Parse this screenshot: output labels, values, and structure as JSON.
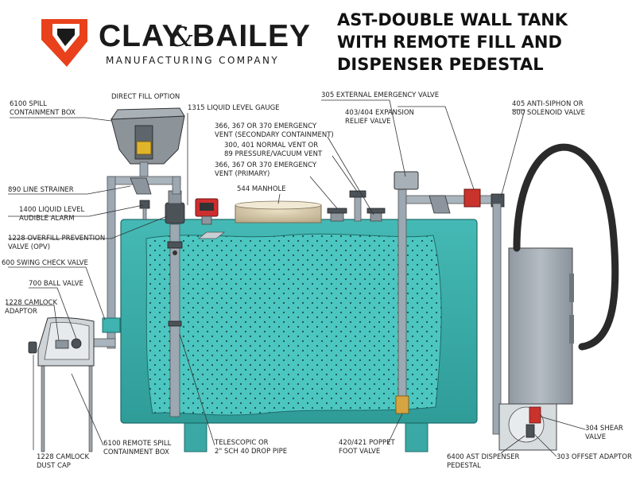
{
  "brand": {
    "name_left": "CLAY",
    "name_amp": "&",
    "name_right": "BAILEY",
    "subtitle": "MANUFACTURING COMPANY",
    "logo_color": "#e8411c"
  },
  "title": {
    "line1": "AST-DOUBLE WALL TANK",
    "line2": "WITH REMOTE FILL AND",
    "line3": "DISPENSER PEDESTAL"
  },
  "colors": {
    "tank": "#3eb3b0",
    "tank_dark": "#2b8f8c",
    "inner": "#4cc6c0",
    "pipe": "#a9b4bd",
    "valve_red": "#c9332b"
  },
  "labels": {
    "spill_box_1": "6100 SPILL",
    "spill_box_2": "CONTAINMENT BOX",
    "direct_fill": "DIRECT FILL OPTION",
    "gauge": "1315 LIQUID LEVEL GAUGE",
    "emerg_sec_1": "366, 367 OR 370 EMERGENCY",
    "emerg_sec_2": "VENT (SECONDARY CONTAINMENT)",
    "normal_vent_1": "300, 401 NORMAL VENT OR",
    "normal_vent_2": "89 PRESSURE/VACUUM VENT",
    "emerg_pri_1": "366, 367 OR 370 EMERGENCY",
    "emerg_pri_2": "VENT (PRIMARY)",
    "manhole": "544 MANHOLE",
    "ext_emerg": "305 EXTERNAL EMERGENCY VALVE",
    "expansion_1": "403/404 EXPANSION",
    "expansion_2": "RELIEF VALVE",
    "antisiphon_1": "405 ANTI-SIPHON OR",
    "antisiphon_2": "800 SOLENOID VALVE",
    "strainer": "890 LINE STRAINER",
    "alarm_1": "1400 LIQUID LEVEL",
    "alarm_2": "AUDIBLE ALARM",
    "opv_1": "1228 OVERFILL PREVENTION",
    "opv_2": "VALVE (OPV)",
    "swing_check": "600 SWING CHECK VALVE",
    "ball_valve": "700 BALL VALVE",
    "camlock_1": "1228 CAMLOCK",
    "camlock_2": "ADAPTOR",
    "dust_cap_1": "1228 CAMLOCK",
    "dust_cap_2": "DUST CAP",
    "remote_spill_1": "6100 REMOTE SPILL",
    "remote_spill_2": "CONTAINMENT BOX",
    "drop_pipe_1": "TELESCOPIC OR",
    "drop_pipe_2": "2\" SCH 40 DROP PIPE",
    "poppet_1": "420/421 POPPET",
    "poppet_2": "FOOT VALVE",
    "pedestal_1": "6400 AST DISPENSER",
    "pedestal_2": "PEDESTAL",
    "shear_1": "304 SHEAR",
    "shear_2": "VALVE",
    "offset": "303 OFFSET ADAPTOR"
  }
}
